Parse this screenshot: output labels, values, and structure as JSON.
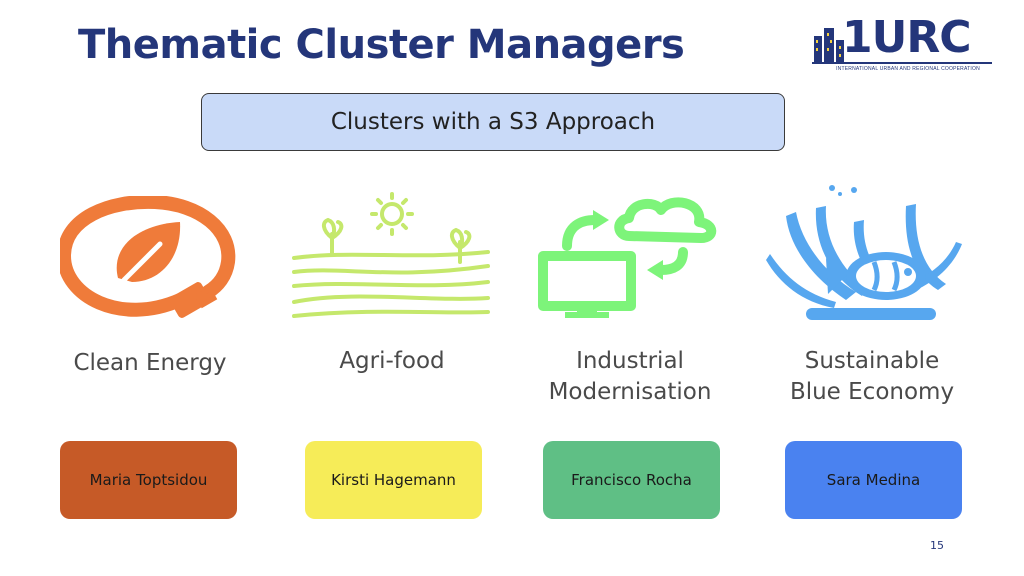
{
  "slide": {
    "title": "Thematic Cluster Managers",
    "logo_text": "URC",
    "logo_caption": "INTERNATIONAL URBAN AND REGIONAL COOPERATION",
    "banner": "Clusters with a S3 Approach",
    "page_number": "15"
  },
  "clusters": [
    {
      "label": "Clean Energy",
      "manager": "Maria Toptsidou",
      "icon": "leaf-plug-icon",
      "icon_color": "#ef7b3a",
      "box_color": "#c65a27"
    },
    {
      "label": "Agri-food",
      "manager": "Kirsti Hagemann",
      "icon": "fields-sun-icon",
      "icon_color": "#c5e86c",
      "box_color": "#f6ec58"
    },
    {
      "label": "Industrial\nModernisation",
      "manager": "Francisco Rocha",
      "icon": "computer-cloud-icon",
      "icon_color": "#7df47a",
      "box_color": "#5fbf85"
    },
    {
      "label": "Sustainable\nBlue Economy",
      "manager": "Sara Medina",
      "icon": "coral-fish-icon",
      "icon_color": "#57a7ef",
      "box_color": "#4a82f0"
    }
  ]
}
